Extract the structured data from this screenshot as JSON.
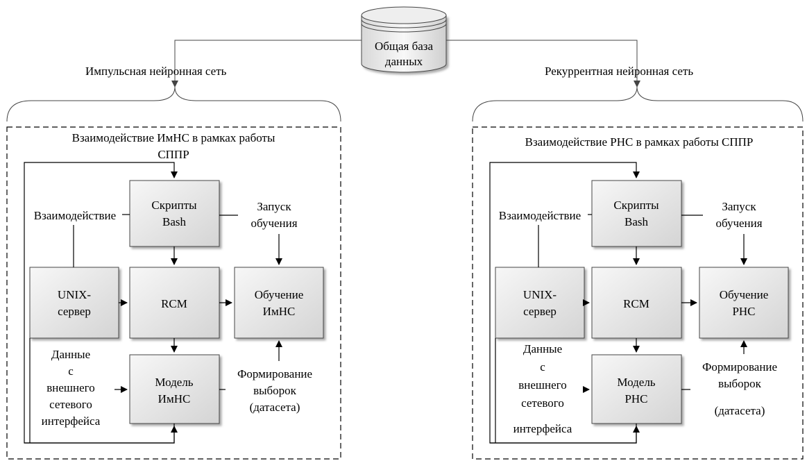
{
  "database": {
    "line1": "Общая база",
    "line2": "данных"
  },
  "left": {
    "branch_label": "Импульсная нейронная сеть",
    "title_line1": "Взаимодействие ИмНС в рамках работы",
    "title_line2": "СППР",
    "scripts": {
      "line1": "Скрипты",
      "line2": "Bash"
    },
    "unix": {
      "line1": "UNIX-",
      "line2": "сервер"
    },
    "rcm": "RCM",
    "train": {
      "line1": "Обучение",
      "line2": "ИмНС"
    },
    "model": {
      "line1": "Модель",
      "line2": "ИмНС"
    },
    "interaction": "Взаимодействие",
    "launch": {
      "line1": "Запуск",
      "line2": "обучения"
    },
    "data_in": [
      "Данные",
      "с",
      "внешнего",
      "сетевого",
      "интерфейса"
    ],
    "sampling": {
      "line1": "Формирование",
      "line2": "выборок",
      "line3": "(датасета)"
    }
  },
  "right": {
    "branch_label": "Рекуррентная нейронная сеть",
    "title_line1": "Взаимодействие РНС в рамках работы СППР",
    "scripts": {
      "line1": "Скрипты",
      "line2": "Bash"
    },
    "unix": {
      "line1": "UNIX-",
      "line2": "сервер"
    },
    "rcm": "RCM",
    "train": {
      "line1": "Обучение",
      "line2": "РНС"
    },
    "model": {
      "line1": "Модель",
      "line2": "РНС"
    },
    "interaction": "Взаимодействие",
    "launch": {
      "line1": "Запуск",
      "line2": "обучения"
    },
    "data_in": [
      "Данные",
      "с",
      "внешнего",
      "сетевого",
      "интерфейса"
    ],
    "sampling": {
      "line1": "Формирование",
      "line2": "выборок",
      "line3": "(датасета)"
    }
  }
}
